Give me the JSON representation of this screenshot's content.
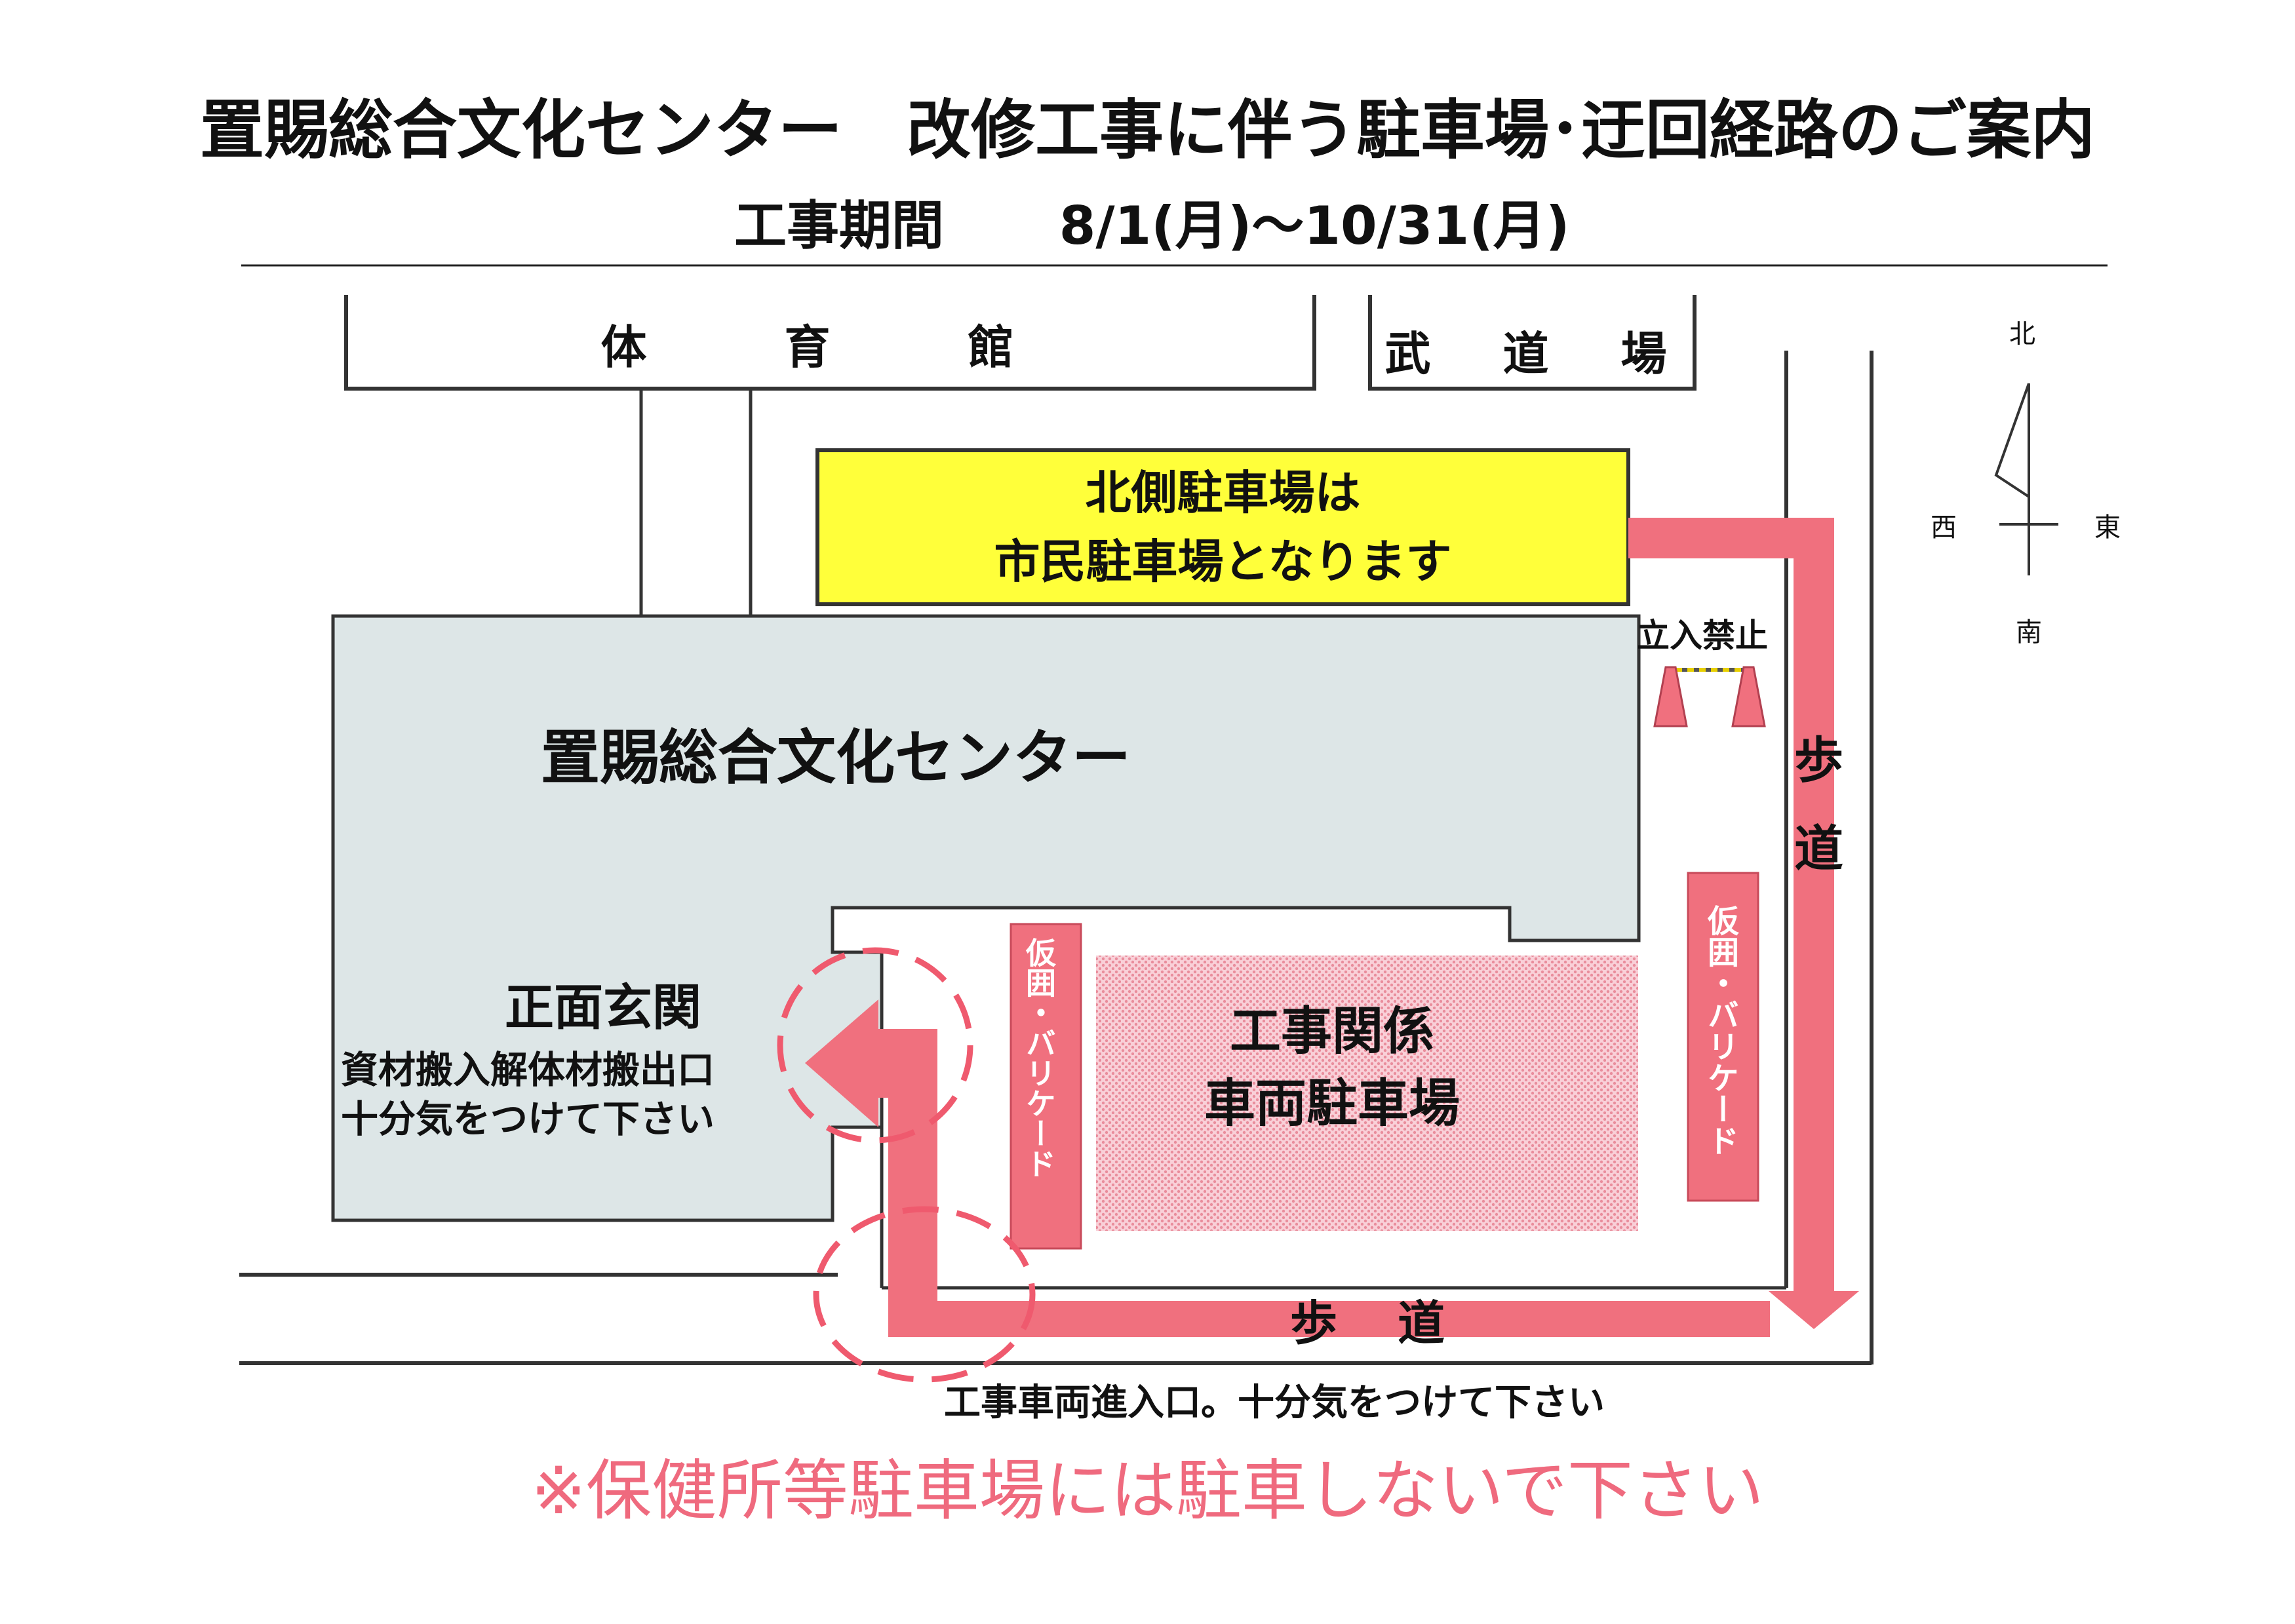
{
  "header": {
    "title": "置賜総合文化センター　改修工事に伴う駐車場･迂回経路のご案内",
    "period_label": "工事期間",
    "period_value": "8/1(月)～10/31(月)"
  },
  "buildings": {
    "gymnasium": "体　育　館",
    "budokan": "武　道　場",
    "main": "置賜総合文化センター"
  },
  "north_parking_notice": {
    "line1": "北側駐車場は",
    "line2": "市民駐車場となります"
  },
  "no_entry": "立入禁止",
  "sidewalk_east": "歩道",
  "sidewalk_south": "歩　道",
  "barricade_label": "仮囲・バリケード",
  "construction_parking": {
    "line1": "工事関係",
    "line2": "車両駐車場"
  },
  "front_entrance": {
    "title": "正面玄関",
    "line1": "資材搬入解体材搬出口",
    "line2": "十分気をつけて下さい"
  },
  "vehicle_entrance_note": "工事車両進入口。十分気をつけて下さい",
  "bottom_warning": "※保健所等駐車場には駐車しないで下さい",
  "compass": {
    "north": "北",
    "south": "南",
    "east": "東",
    "west": "西"
  },
  "colors": {
    "route_pink": "#f0707e",
    "notice_yellow": "#ffff3a",
    "building_gray": "#dde6e7",
    "parking_pink": "#f7c5ce"
  }
}
